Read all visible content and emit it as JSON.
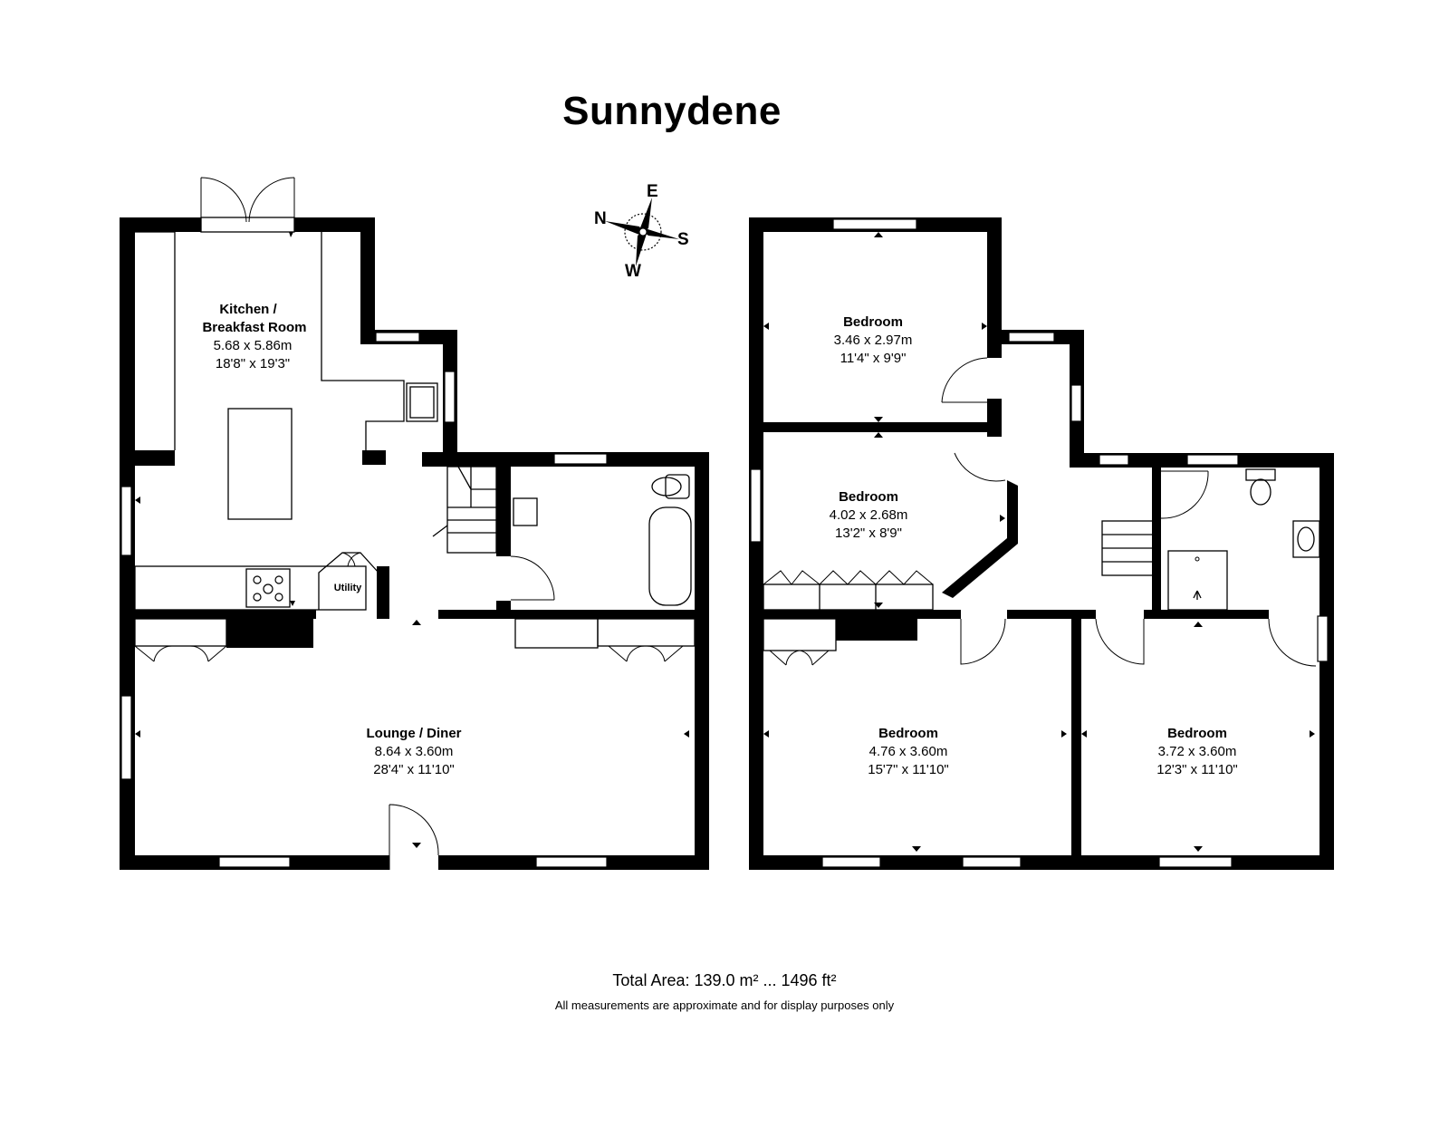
{
  "title": "Sunnydene",
  "compass": {
    "n": "N",
    "e": "E",
    "s": "S",
    "w": "W"
  },
  "ground_floor": {
    "rooms": [
      {
        "name": "Kitchen /",
        "name2": "Breakfast Room",
        "metric": "5.68 x 5.86m",
        "imperial": "18'8\" x 19'3\""
      },
      {
        "name": "Utility"
      },
      {
        "name": "Lounge / Diner",
        "metric": "8.64 x 3.60m",
        "imperial": "28'4\" x 11'10\""
      }
    ]
  },
  "first_floor": {
    "rooms": [
      {
        "name": "Bedroom",
        "metric": "3.46 x 2.97m",
        "imperial": "11'4\" x 9'9\""
      },
      {
        "name": "Bedroom",
        "metric": "4.02 x 2.68m",
        "imperial": "13'2\" x 8'9\""
      },
      {
        "name": "Bedroom",
        "metric": "4.76 x 3.60m",
        "imperial": "15'7\" x 11'10\""
      },
      {
        "name": "Bedroom",
        "metric": "3.72 x 3.60m",
        "imperial": "12'3\" x 11'10\""
      }
    ]
  },
  "footer": {
    "total_area": "Total Area: 139.0 m² ... 1496 ft²",
    "note": "All measurements are approximate and for display purposes only"
  }
}
